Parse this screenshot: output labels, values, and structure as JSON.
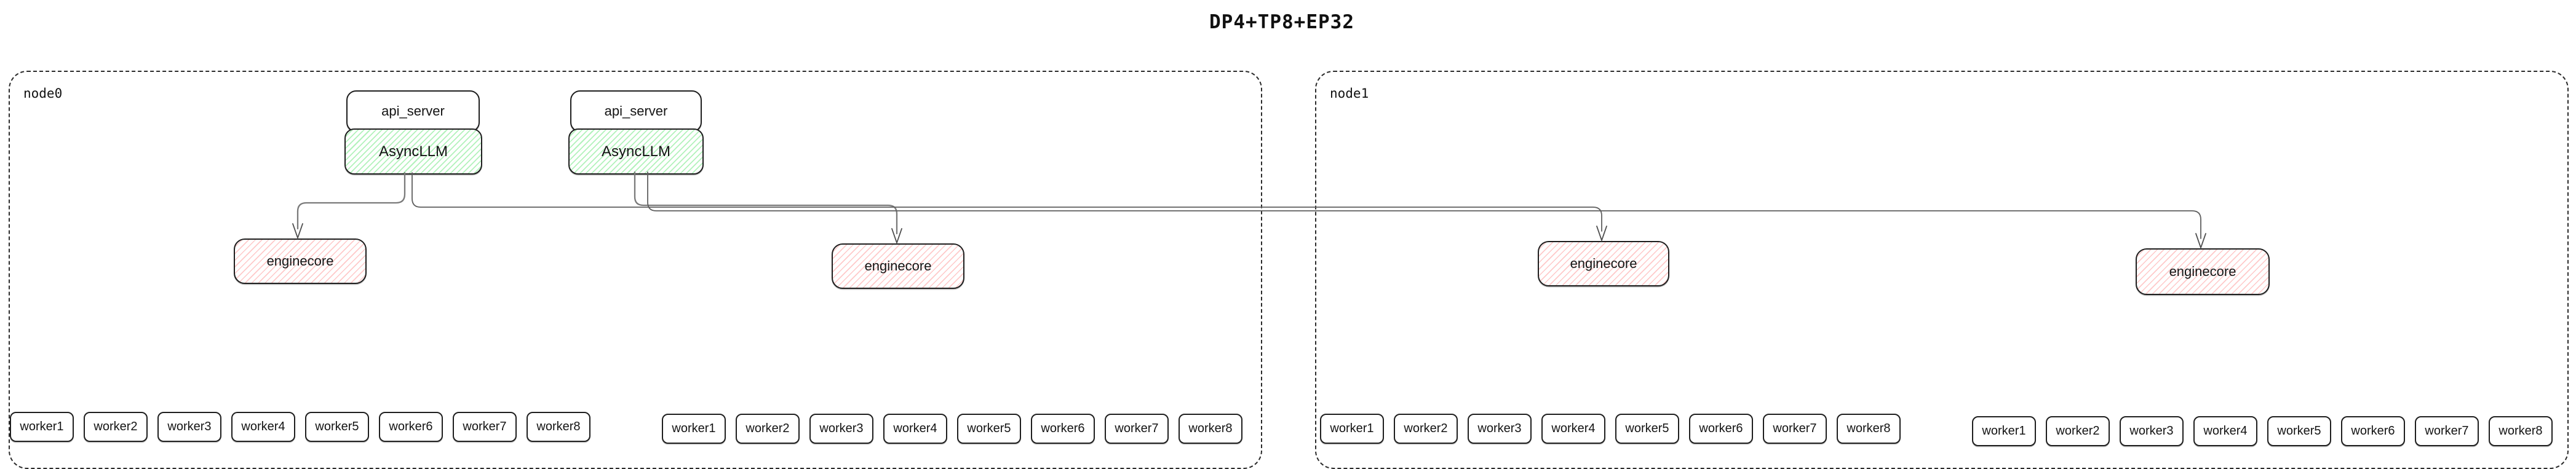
{
  "title": "DP4+TP8+EP32",
  "colors": {
    "box_border": "#1e1e1e",
    "frame_border": "#2b2b2b",
    "green_hatch": "#b2f2bb",
    "red_hatch": "#ffc9c9",
    "edge_line": "#7a7a7a"
  },
  "node0": {
    "label": "node0",
    "api_servers": [
      "api_server",
      "api_server"
    ],
    "asyncllms": [
      "AsyncLLM",
      "AsyncLLM"
    ],
    "enginecores": [
      "enginecore",
      "enginecore"
    ],
    "worker_groups": [
      [
        "worker1",
        "worker2",
        "worker3",
        "worker4",
        "worker5",
        "worker6",
        "worker7",
        "worker8"
      ],
      [
        "worker1",
        "worker2",
        "worker3",
        "worker4",
        "worker5",
        "worker6",
        "worker7",
        "worker8"
      ]
    ]
  },
  "node1": {
    "label": "node1",
    "enginecores": [
      "enginecore",
      "enginecore"
    ],
    "worker_groups": [
      [
        "worker1",
        "worker2",
        "worker3",
        "worker4",
        "worker5",
        "worker6",
        "worker7",
        "worker8"
      ],
      [
        "worker1",
        "worker2",
        "worker3",
        "worker4",
        "worker5",
        "worker6",
        "worker7",
        "worker8"
      ]
    ]
  }
}
